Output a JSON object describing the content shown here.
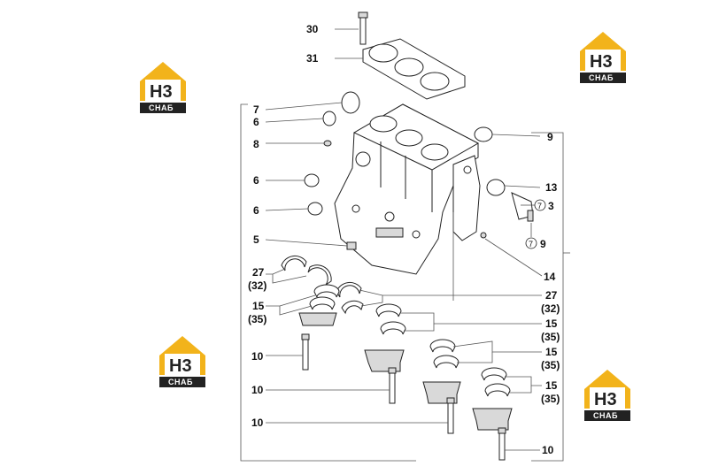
{
  "logo": {
    "brand": "H3",
    "sub": "СНАБ",
    "colors": {
      "roof": "#f2b31b",
      "base": "#222222",
      "text": "#ffffff"
    }
  },
  "labels": {
    "l30": "30",
    "l31": "31",
    "l7": "7",
    "l6a": "6",
    "l8": "8",
    "l6b": "6",
    "l6c": "6",
    "l5": "5",
    "l27a": "27",
    "l32a": "(32)",
    "l15a": "15",
    "l35a": "(35)",
    "l10a": "10",
    "l10b": "10",
    "l10c": "10",
    "l9": "9",
    "l13": "13",
    "l3": "3",
    "l3c": "7",
    "l9b": "9",
    "l9c": "7",
    "l14": "14",
    "l27b": "27",
    "l32b": "(32)",
    "l15b": "15",
    "l35b": "(35)",
    "l15c": "15",
    "l35c": "(35)",
    "l15d": "15",
    "l35d": "(35)",
    "l10d": "10"
  }
}
